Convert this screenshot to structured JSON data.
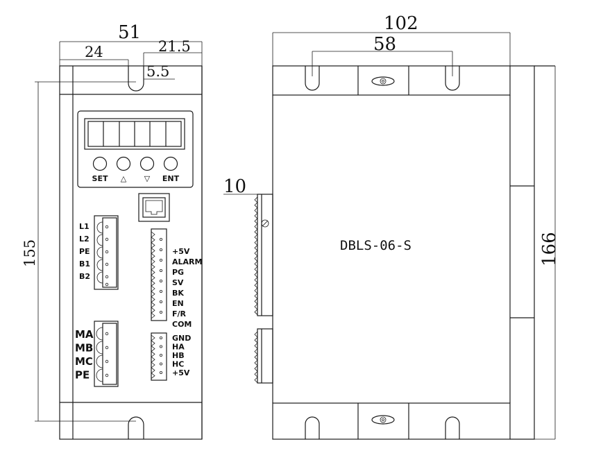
{
  "dimensions": {
    "front_width": "51",
    "front_left_offset": "24",
    "front_right_offset": "21.5",
    "slot_width": "5.5",
    "front_height": "155",
    "side_width": "102",
    "side_slot_spacing": "58",
    "side_height": "166",
    "terminal_offset": "10"
  },
  "keypad": {
    "set_label": "SET",
    "up_label": "△",
    "down_label": "▽",
    "ent_label": "ENT"
  },
  "power_terminal": [
    "L1",
    "L2",
    "PE",
    "B1",
    "B2"
  ],
  "control_terminal": [
    "+5V",
    "ALARM",
    "PG",
    "SV",
    "BK",
    "EN",
    "F/R",
    "COM"
  ],
  "motor_terminal": [
    "MA",
    "MB",
    "MC",
    "PE"
  ],
  "hall_terminal": [
    "GND",
    "HA",
    "HB",
    "HC",
    "+5V"
  ],
  "model": "DBLS-06-S"
}
